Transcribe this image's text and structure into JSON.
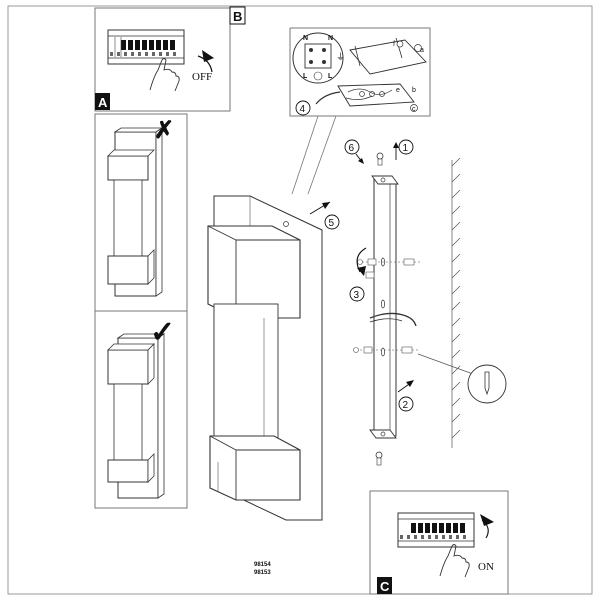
{
  "panels": {
    "a": {
      "letter": "A",
      "switch_label": "OFF"
    },
    "b": {
      "letter": "B"
    },
    "c": {
      "letter": "C",
      "switch_label": "ON"
    }
  },
  "marks": {
    "wrong": "✗",
    "right": "✓"
  },
  "wiring": {
    "terminals": [
      "N",
      "N",
      "L",
      "L"
    ],
    "earth": "⏚",
    "callouts": [
      "f",
      "a",
      "e",
      "b",
      "c"
    ]
  },
  "steps": [
    "1",
    "2",
    "3",
    "4",
    "5",
    "6"
  ],
  "models": [
    "98154",
    "98153"
  ]
}
